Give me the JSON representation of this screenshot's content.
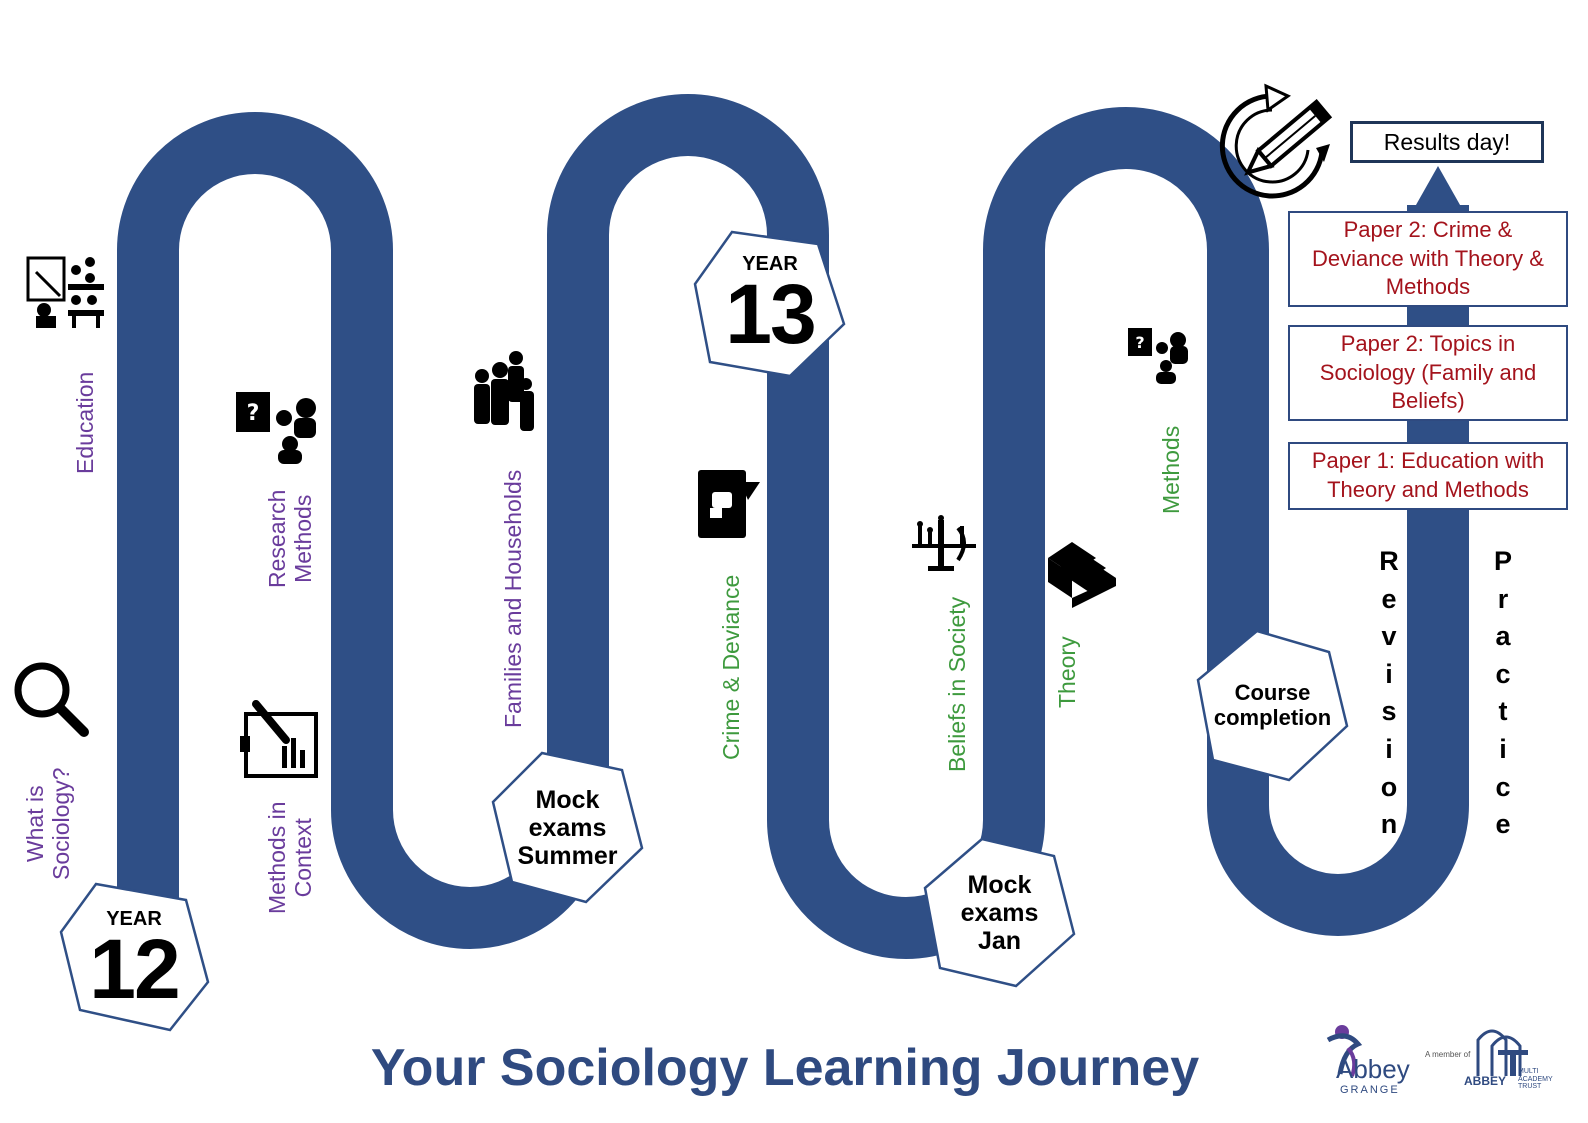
{
  "colors": {
    "road": "#2f4f86",
    "purple": "#6a3c9c",
    "green": "#3e9a3e",
    "red": "#a4131c",
    "title": "#2f4a80"
  },
  "year12": {
    "small": "YEAR",
    "big": "12"
  },
  "year13": {
    "small": "YEAR",
    "big": "13"
  },
  "milestones": {
    "mock_summer": [
      "Mock",
      "exams",
      "Summer"
    ],
    "mock_jan": [
      "Mock",
      "exams",
      "Jan"
    ],
    "course_completion": [
      "Course",
      "completion"
    ]
  },
  "topics": {
    "what_is": [
      "What is",
      "Sociology?"
    ],
    "education": "Education",
    "research_methods": [
      "Research",
      "Methods"
    ],
    "methods_context": [
      "Methods in",
      "Context"
    ],
    "families": "Families and Households",
    "crime": "Crime & Deviance",
    "beliefs": "Beliefs in Society",
    "theory": "Theory",
    "methods": "Methods"
  },
  "papers": {
    "paper1": "Paper 1: Education with Theory and Methods",
    "paper2_topics": "Paper 2: Topics in Sociology (Family and Beliefs)",
    "paper2_crime": "Paper 2: Crime & Deviance with Theory & Methods"
  },
  "results": "Results day!",
  "revision_letters": [
    "R",
    "e",
    "v",
    "i",
    "s",
    "i",
    "o",
    "n"
  ],
  "practice_letters": [
    "P",
    "r",
    "a",
    "c",
    "t",
    "i",
    "c",
    "e"
  ],
  "footer": {
    "title": "Your Sociology Learning Journey"
  },
  "logos": {
    "abbey_grange": {
      "line1": "Abbey",
      "line2": "GRANGE"
    },
    "member_text": "A member of",
    "abbey_mat": {
      "name": "ABBEY",
      "sub": [
        "MULTI",
        "ACADEMY",
        "TRUST"
      ]
    }
  },
  "icons": [
    "magnifier-icon",
    "classroom-icon",
    "research-icon",
    "clipboard-chart-icon",
    "family-icon",
    "speech-fist-icon",
    "candelabra-icon",
    "books-icon",
    "methods-icon",
    "revise-pencil-icon"
  ]
}
